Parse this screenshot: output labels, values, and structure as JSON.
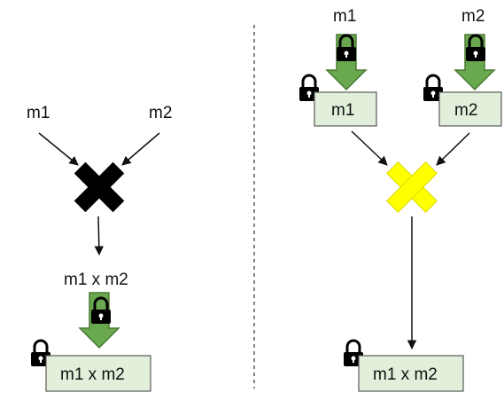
{
  "colors": {
    "box_fill": "#e2efda",
    "box_stroke": "#5a5a5a",
    "arrow_fill": "#6aa84f",
    "arrow_stroke": "#4a7a35",
    "cross_left": "#000000",
    "cross_right": "#ffff00",
    "cross_right_stroke": "#d8d800",
    "lock": "#000000",
    "divider": "#333333"
  },
  "left": {
    "input_1": "m1",
    "input_2": "m2",
    "operator": "multiply-cross",
    "result_label": "m1 x m2",
    "result_box": "m1 x m2"
  },
  "right": {
    "input_1": "m1",
    "input_2": "m2",
    "box_1": "m1",
    "box_2": "m2",
    "operator": "multiply-cross",
    "result_box": "m1 x m2"
  },
  "icons": [
    "lock-icon",
    "down-arrow-icon",
    "cross-icon"
  ]
}
